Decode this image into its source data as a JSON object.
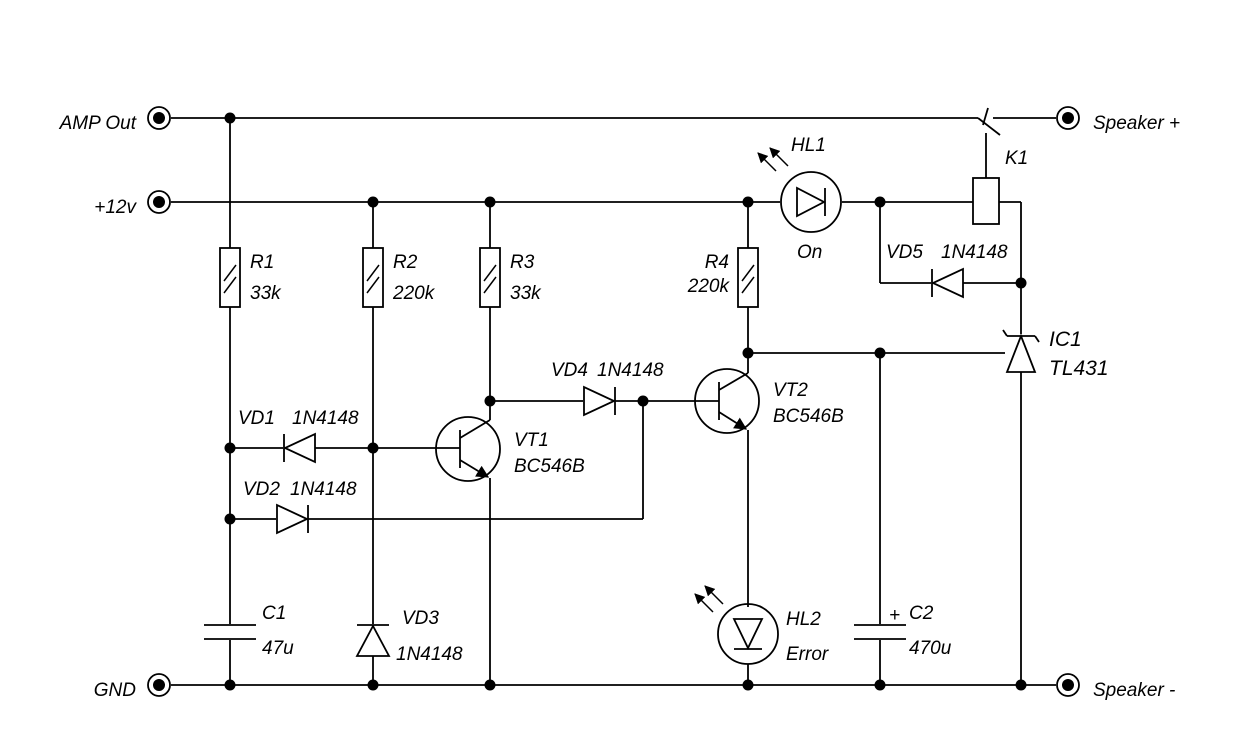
{
  "terminals": {
    "amp_out": "AMP Out",
    "plus12v": "+12v",
    "gnd": "GND",
    "speaker_plus": "Speaker +",
    "speaker_minus": "Speaker -"
  },
  "components": {
    "r1": {
      "ref": "R1",
      "value": "33k"
    },
    "r2": {
      "ref": "R2",
      "value": "220k"
    },
    "r3": {
      "ref": "R3",
      "value": "33k"
    },
    "r4": {
      "ref": "R4",
      "value": "220k"
    },
    "vd1": {
      "ref": "VD1",
      "value": "1N4148"
    },
    "vd2": {
      "ref": "VD2",
      "value": "1N4148"
    },
    "vd3": {
      "ref": "VD3",
      "value": "1N4148"
    },
    "vd4": {
      "ref": "VD4",
      "value": "1N4148"
    },
    "vd5": {
      "ref": "VD5",
      "value": "1N4148"
    },
    "vt1": {
      "ref": "VT1",
      "value": "BC546B"
    },
    "vt2": {
      "ref": "VT2",
      "value": "BC546B"
    },
    "c1": {
      "ref": "C1",
      "value": "47u"
    },
    "c2": {
      "ref": "C2",
      "value": "470u",
      "polarity": "+"
    },
    "hl1": {
      "ref": "HL1",
      "value": "On"
    },
    "hl2": {
      "ref": "HL2",
      "value": "Error"
    },
    "k1": {
      "ref": "K1"
    },
    "ic1": {
      "ref": "IC1",
      "value": "TL431"
    }
  }
}
